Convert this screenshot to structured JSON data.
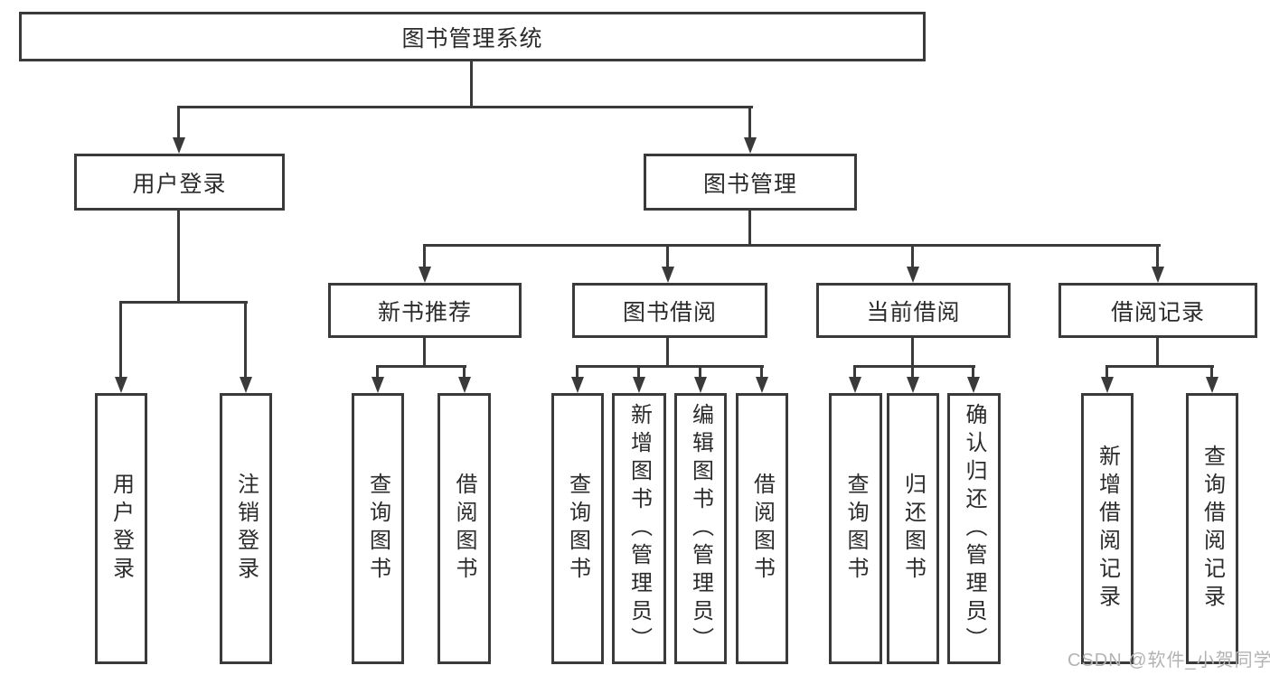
{
  "colors": {
    "line": "#3a3a3a",
    "text": "#2b2b2b",
    "watermark": "#b3b3b3",
    "background": "#ffffff"
  },
  "watermark": {
    "text": "CSDN @软件_小贺同学"
  },
  "tree": {
    "label": "图书管理系统",
    "children": [
      {
        "label": "用户登录",
        "children": [
          {
            "label": "用户登录"
          },
          {
            "label": "注销登录"
          }
        ]
      },
      {
        "label": "图书管理",
        "children": [
          {
            "label": "新书推荐",
            "children": [
              {
                "label": "查询图书"
              },
              {
                "label": "借阅图书"
              }
            ]
          },
          {
            "label": "图书借阅",
            "children": [
              {
                "label": "查询图书"
              },
              {
                "label": "新增图书（管理员）"
              },
              {
                "label": "编辑图书（管理员）"
              },
              {
                "label": "借阅图书"
              }
            ]
          },
          {
            "label": "当前借阅",
            "children": [
              {
                "label": "查询图书"
              },
              {
                "label": "归还图书"
              },
              {
                "label": "确认归还（管理员）"
              }
            ]
          },
          {
            "label": "借阅记录",
            "children": [
              {
                "label": "新增借阅记录"
              },
              {
                "label": "查询借阅记录"
              }
            ]
          }
        ]
      }
    ]
  }
}
